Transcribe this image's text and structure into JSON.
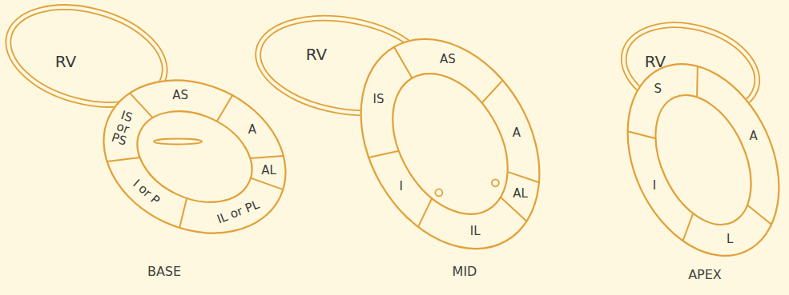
{
  "diagram": {
    "nodes": [
      {
        "text": [
          "RV"
        ]
      },
      {
        "text": [
          "RV"
        ]
      },
      {
        "text": [
          "RV"
        ]
      }
    ],
    "labels": [
      "AS",
      "IS or PS",
      "A",
      "AL",
      "IL or PL",
      "I or P",
      "BASE",
      "AS",
      "IS",
      "A",
      "AL",
      "IL",
      "I",
      "MID",
      "S",
      "A",
      "L",
      "I",
      "APEX"
    ]
  }
}
